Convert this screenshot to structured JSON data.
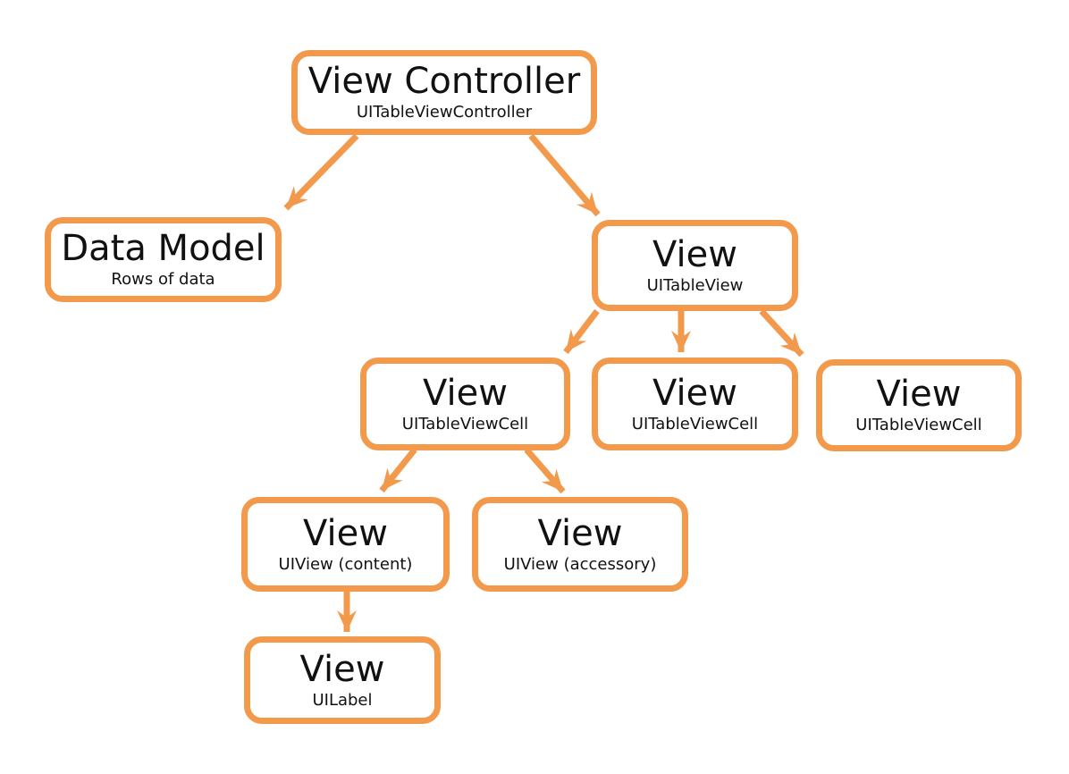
{
  "diagram": {
    "type": "tree",
    "subject": "UITableView view hierarchy (MVC) diagram",
    "accent_color": "#F2994C",
    "text_color": "#111111",
    "background_color": "#ffffff",
    "nodes": [
      {
        "id": "view-controller",
        "title": "View Controller",
        "subtitle": "UITableViewController"
      },
      {
        "id": "data-model",
        "title": "Data Model",
        "subtitle": "Rows of data"
      },
      {
        "id": "table-view",
        "title": "View",
        "subtitle": "UITableView"
      },
      {
        "id": "cell-1",
        "title": "View",
        "subtitle": "UITableViewCell"
      },
      {
        "id": "cell-2",
        "title": "View",
        "subtitle": "UITableViewCell"
      },
      {
        "id": "cell-3",
        "title": "View",
        "subtitle": "UITableViewCell"
      },
      {
        "id": "content-view",
        "title": "View",
        "subtitle": "UIView (content)"
      },
      {
        "id": "accessory-view",
        "title": "View",
        "subtitle": "UIView (accessory)"
      },
      {
        "id": "label-view",
        "title": "View",
        "subtitle": "UILabel"
      }
    ],
    "edges": [
      {
        "from": "view-controller",
        "to": "data-model"
      },
      {
        "from": "view-controller",
        "to": "table-view"
      },
      {
        "from": "table-view",
        "to": "cell-1"
      },
      {
        "from": "table-view",
        "to": "cell-2"
      },
      {
        "from": "table-view",
        "to": "cell-3"
      },
      {
        "from": "cell-1",
        "to": "content-view"
      },
      {
        "from": "cell-1",
        "to": "accessory-view"
      },
      {
        "from": "content-view",
        "to": "label-view"
      }
    ]
  }
}
